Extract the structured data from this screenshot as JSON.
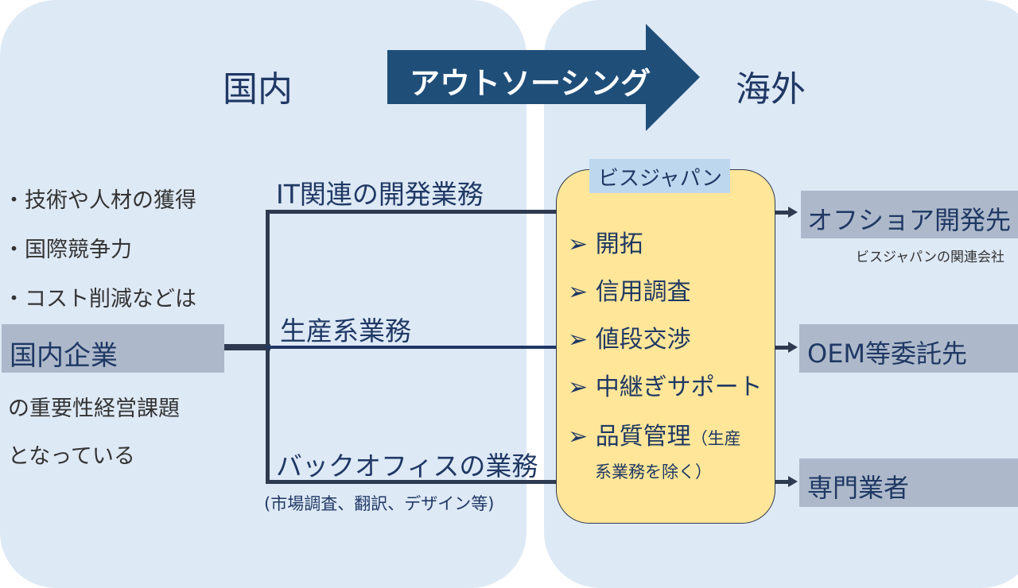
{
  "domestic": "国内",
  "overseas": "海外",
  "arrow_label": "アウトソーシング",
  "left_bullets": [
    "・技術や人材の獲得",
    "・国際競争力",
    "・コスト削減などは"
  ],
  "company_box": "国内企業",
  "left_tail": [
    "の重要性経営課題",
    "となっている"
  ],
  "branches": [
    "IT関連の開発業務",
    "生産系業務",
    "バックオフィスの業務"
  ],
  "branch_note": "(市場調査、翻訳、デザイン等)",
  "center_title": "ビスジャパン",
  "services": [
    "開拓",
    "信用調査",
    "値段交渉",
    "中継ぎサポート",
    "品質管理"
  ],
  "service_note_1": "（生産",
  "service_note_2": "系業務を除く）",
  "targets": [
    "オフショア開発先",
    "OEM等委託先",
    "専門業者"
  ],
  "target_note": "ビスジャパンの関連会社",
  "colors": {
    "panel": "#dee9f6",
    "arrow": "#1f4e79",
    "yellow": "#ffe699",
    "label": "#bdd7ee",
    "gray": "#adb9ca"
  }
}
